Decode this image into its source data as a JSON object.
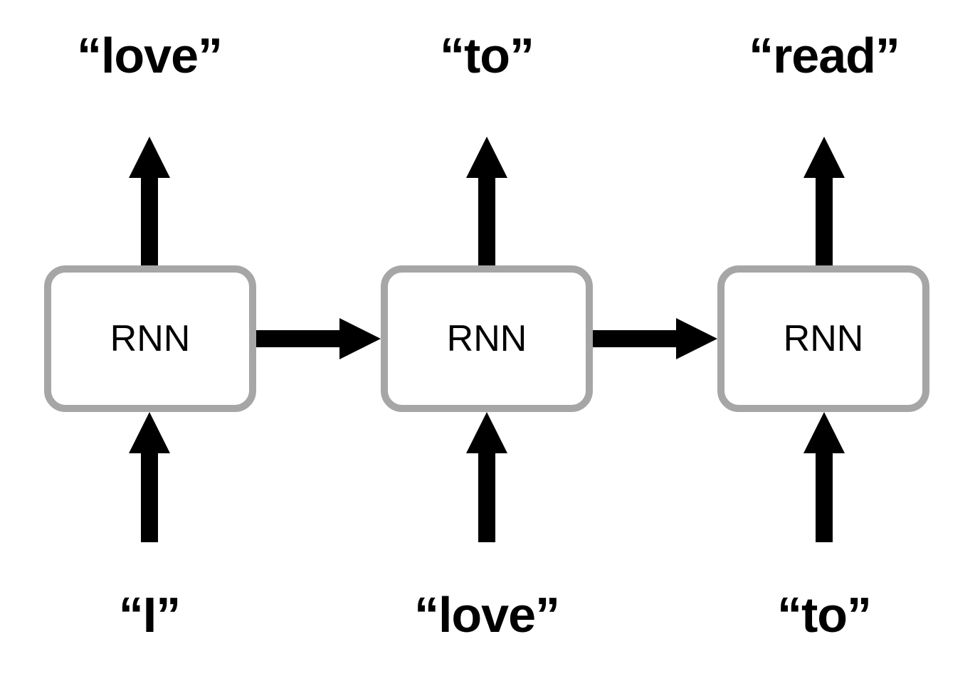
{
  "diagram": {
    "type": "rnn-unrolled-sequence",
    "colors": {
      "arrow": "#000000",
      "box_border": "#a6a6a6",
      "box_fill": "#ffffff",
      "text": "#000000",
      "background": "#ffffff"
    },
    "columns": [
      {
        "output_label": "“love”",
        "box_label": "RNN",
        "input_label": "“I”"
      },
      {
        "output_label": "“to”",
        "box_label": "RNN",
        "input_label": "“love”"
      },
      {
        "output_label": "“read”",
        "box_label": "RNN",
        "input_label": "“to”"
      }
    ]
  }
}
